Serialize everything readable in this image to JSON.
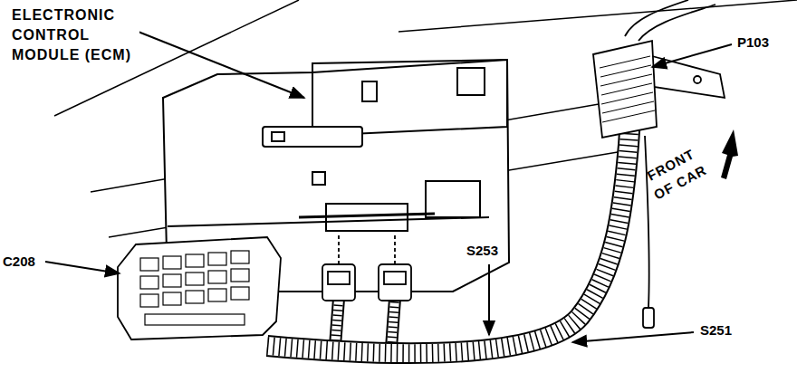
{
  "diagram": {
    "labels": [
      "ELECTRONIC CONTROL MODULE (ECM)",
      "P103",
      "FRONT OF CAR",
      "C208",
      "S253",
      "S251"
    ]
  }
}
